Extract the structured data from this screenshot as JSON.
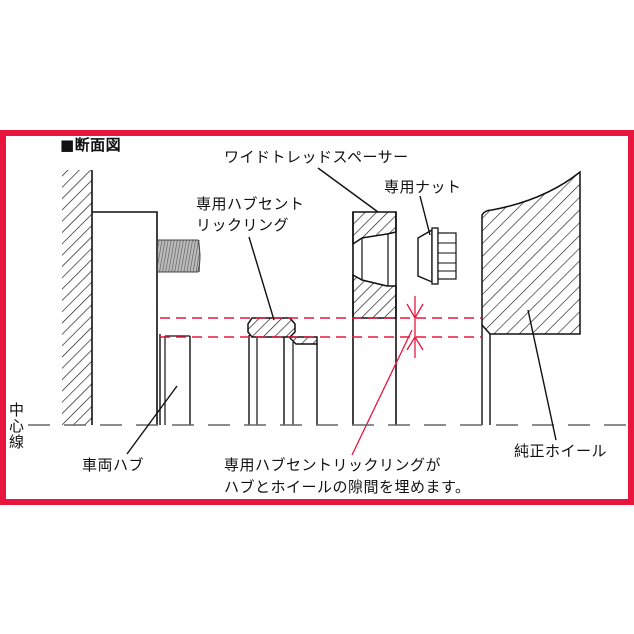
{
  "diagram": {
    "title": "■断面図",
    "frame_color": "#e8163f",
    "line_color": "#111111",
    "guide_color": "#e8163f",
    "labels": {
      "spacer": "ワイドトレッドスペーサー",
      "nut": "専用ナット",
      "ring_line1": "専用ハブセント",
      "ring_line2": "リックリング",
      "centerline": "中心線",
      "hub": "車両ハブ",
      "note_line1": "専用ハブセントリックリングが",
      "note_line2": "ハブとホイールの隙間を埋めます。",
      "wheel": "純正ホイール"
    }
  }
}
